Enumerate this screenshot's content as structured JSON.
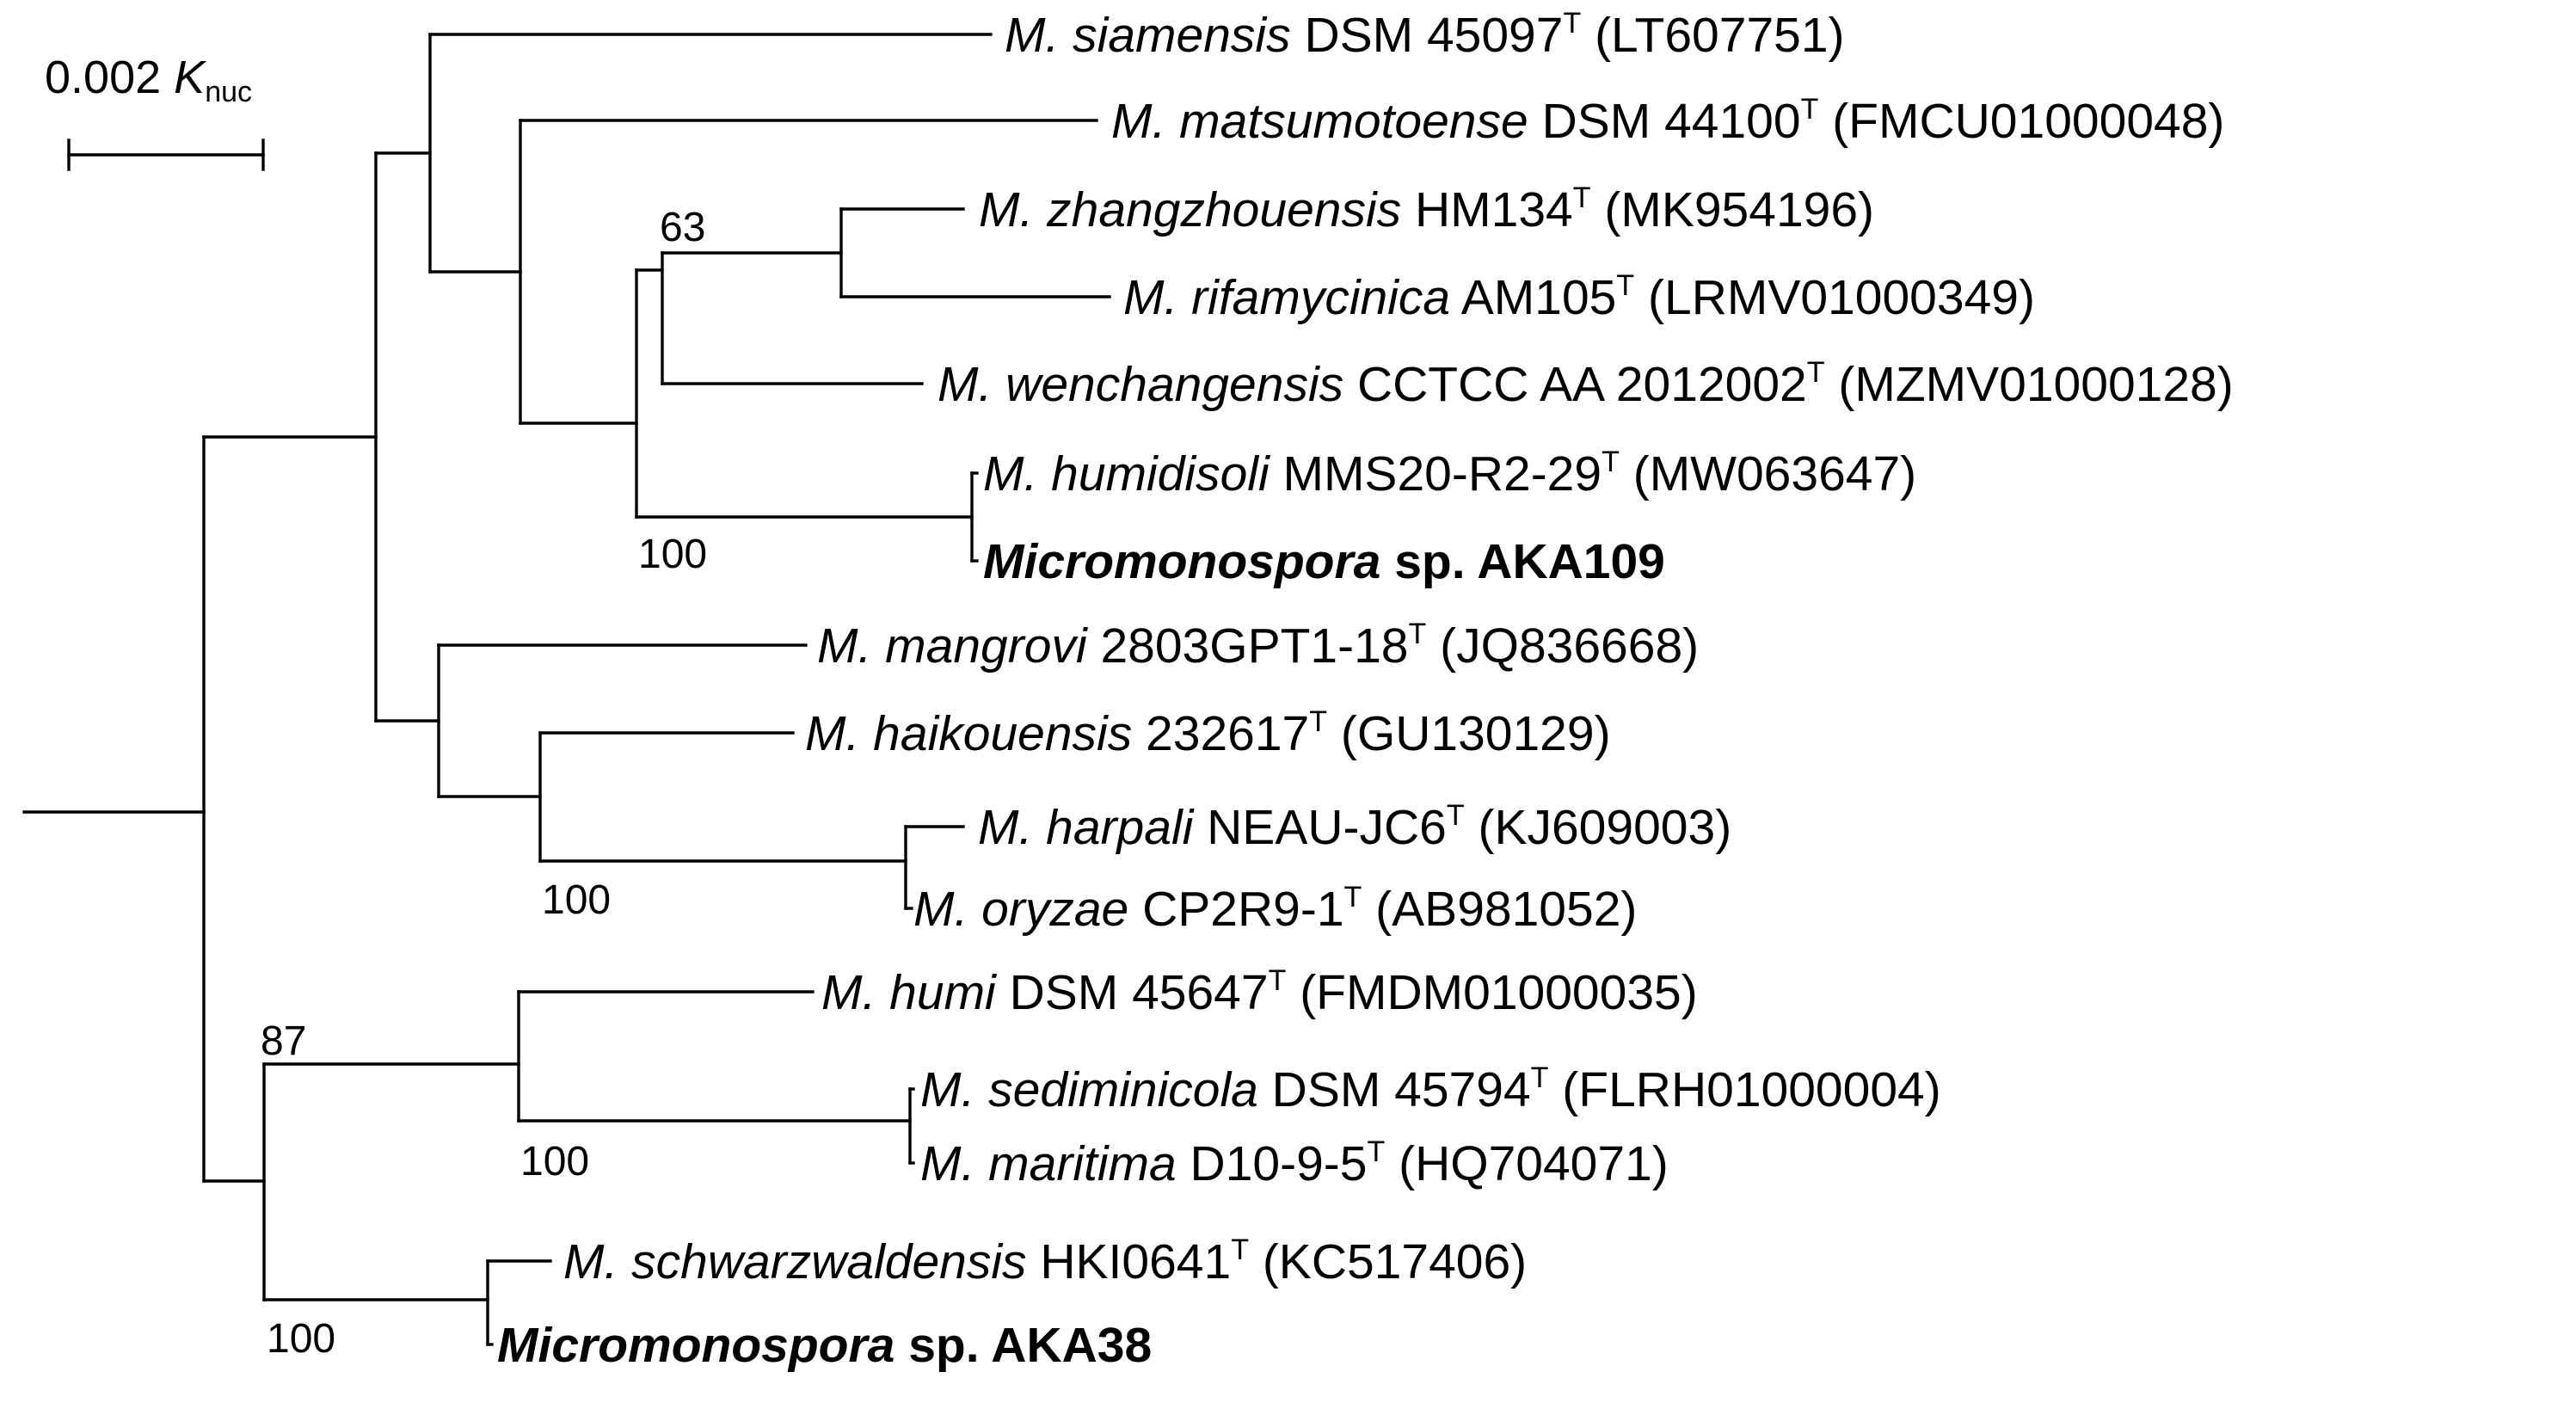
{
  "scale_bar": {
    "value": "0.002",
    "symbol": "K",
    "subscript": "nuc"
  },
  "taxa": [
    {
      "genus": "M.",
      "species": "siamensis",
      "strain": "DSM 45097",
      "type_mark": "T",
      "accession": "(LT607751)",
      "bold": false
    },
    {
      "genus": "M.",
      "species": "matsumotoense",
      "strain": "DSM 44100",
      "type_mark": "T",
      "accession": "(FMCU01000048)",
      "bold": false
    },
    {
      "genus": "M.",
      "species": "zhangzhouensis",
      "strain": "HM134",
      "type_mark": "T",
      "accession": "(MK954196)",
      "bold": false
    },
    {
      "genus": "M.",
      "species": "rifamycinica",
      "strain": "AM105",
      "type_mark": "T",
      "accession": "(LRMV01000349)",
      "bold": false
    },
    {
      "genus": "M.",
      "species": "wenchangensis",
      "strain": "CCTCC AA 2012002",
      "type_mark": "T",
      "accession": "(MZMV01000128)",
      "bold": false
    },
    {
      "genus": "M.",
      "species": "humidisoli",
      "strain": "MMS20-R2-29",
      "type_mark": "T",
      "accession": "(MW063647)",
      "bold": false
    },
    {
      "genus": "Micromonospora",
      "species": "",
      "strain": "sp. AKA109",
      "type_mark": "",
      "accession": "",
      "bold": true
    },
    {
      "genus": "M.",
      "species": "mangrovi",
      "strain": "2803GPT1-18",
      "type_mark": "T",
      "accession": "(JQ836668)",
      "bold": false
    },
    {
      "genus": "M.",
      "species": "haikouensis",
      "strain": "232617",
      "type_mark": "T",
      "accession": "(GU130129)",
      "bold": false
    },
    {
      "genus": "M.",
      "species": "harpali",
      "strain": "NEAU-JC6",
      "type_mark": "T",
      "accession": "(KJ609003)",
      "bold": false
    },
    {
      "genus": "M.",
      "species": "oryzae",
      "strain": "CP2R9-1",
      "type_mark": "T",
      "accession": "(AB981052)",
      "bold": false
    },
    {
      "genus": "M.",
      "species": "humi",
      "strain": "DSM 45647",
      "type_mark": "T",
      "accession": "(FMDM01000035)",
      "bold": false
    },
    {
      "genus": "M.",
      "species": "sediminicola",
      "strain": "DSM 45794",
      "type_mark": "T",
      "accession": "(FLRH01000004)",
      "bold": false
    },
    {
      "genus": "M.",
      "species": "maritima",
      "strain": "D10-9-5",
      "type_mark": "T",
      "accession": "(HQ704071)",
      "bold": false
    },
    {
      "genus": "M.",
      "species": "schwarzwaldensis",
      "strain": "HKI0641",
      "type_mark": "T",
      "accession": "(KC517406)",
      "bold": false
    },
    {
      "genus": "Micromonospora",
      "species": "",
      "strain": "sp. AKA38",
      "type_mark": "",
      "accession": "",
      "bold": true
    }
  ],
  "bootstrap": [
    "63",
    "100",
    "100",
    "87",
    "100",
    "100"
  ]
}
